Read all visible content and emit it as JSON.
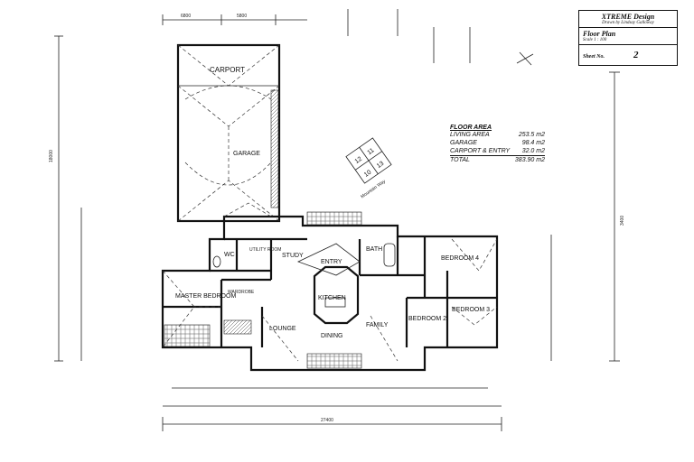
{
  "title_block": {
    "company": "XTREME Design",
    "drawn_by": "Drawn by Lindsay Galloway",
    "title": "Floor Plan",
    "scale": "Scale 1 : 100",
    "sheet_label": "Sheet No.",
    "sheet_no": "2"
  },
  "floor_area": {
    "heading": "FLOOR AREA",
    "rows": [
      {
        "label": "LIVING AREA",
        "value": "253.5 m2"
      },
      {
        "label": "GARAGE",
        "value": "98.4 m2"
      },
      {
        "label": "CARPORT & ENTRY",
        "value": "32.0 m2"
      }
    ],
    "total": {
      "label": "TOTAL",
      "value": "383.90 m2"
    }
  },
  "rooms": {
    "carport": "CARPORT",
    "garage": "GARAGE",
    "study": "STUDY",
    "entry": "ENTRY",
    "bath": "BATH",
    "bedroom4": "BEDROOM 4",
    "wc": "WC",
    "utility": "UTILITY ROOM",
    "kitchen": "KITCHEN",
    "master": "MASTER BEDROOM",
    "wardrobe": "WARDROBE",
    "family": "FAMILY",
    "bedroom2": "BEDROOM 2",
    "bedroom3": "BEDROOM 3",
    "lounge": "LOUNGE",
    "dining": "DINING"
  },
  "street_label": "Mountain Way",
  "lot_numbers": [
    "12",
    "11",
    "10",
    "13"
  ],
  "dimensions": {
    "overall_width": "27400",
    "overall_depth": "18000",
    "top_left": "6800",
    "top_mid": "5800",
    "right_side": "3400"
  }
}
